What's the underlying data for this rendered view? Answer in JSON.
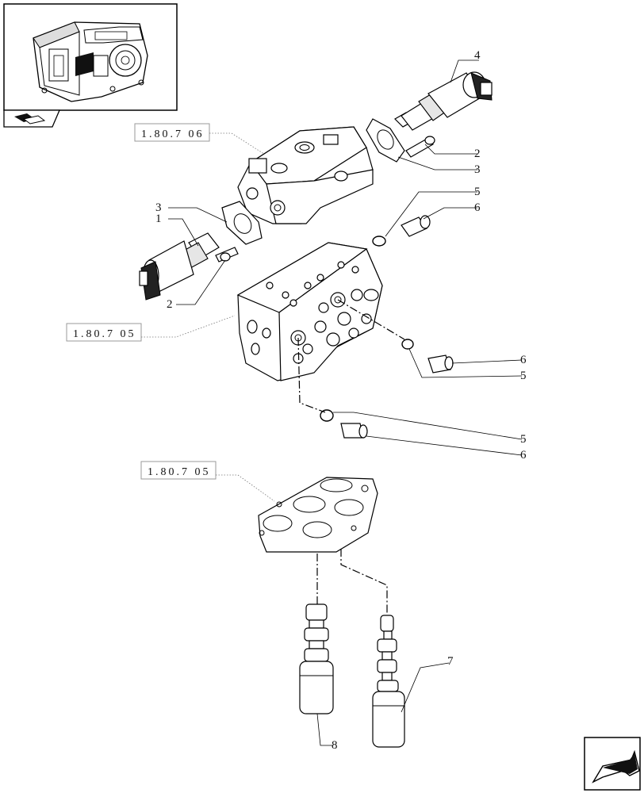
{
  "references": {
    "control_valve": "1.80.7 06",
    "valve_block": "1.80.7 05",
    "plate": "1.80.7 05"
  },
  "callouts": {
    "c4": "4",
    "c2_top": "2",
    "c3_top": "3",
    "c5_top": "5",
    "c6_top": "6",
    "c3_left": "3",
    "c1_left": "1",
    "c2_left": "2",
    "c6_mid": "6",
    "c5_mid": "5",
    "c5_low": "5",
    "c6_low": "6",
    "c7": "7",
    "c8": "8"
  },
  "icons": {
    "thumbnail": "transmission-housing-thumbnail",
    "thumbnail_tag": "part-category-icon",
    "nav": "next-page-arrow-icon"
  }
}
